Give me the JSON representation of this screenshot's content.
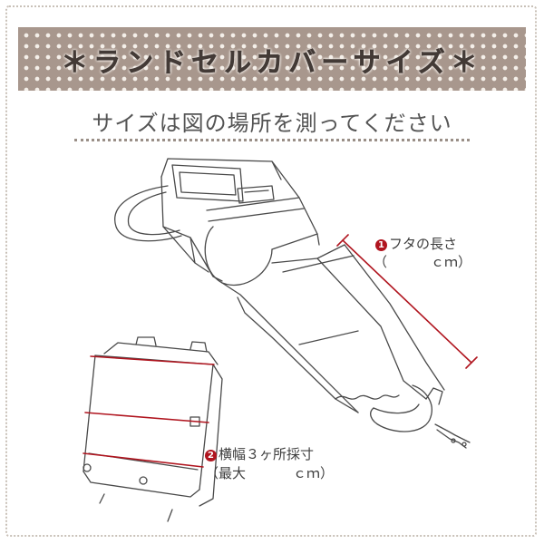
{
  "banner": {
    "title": "＊ランドセルカバーサイズ＊"
  },
  "subtitle": "サイズは図の場所を測ってください",
  "annotations": {
    "flap": {
      "number": "1",
      "label": "フタの長さ",
      "open": "（",
      "unit": "ｃｍ）"
    },
    "width": {
      "number": "2",
      "label": "横幅３ヶ所採寸",
      "open": "（最大",
      "unit": "ｃｍ）"
    }
  },
  "colors": {
    "banner": "#a8978d",
    "measure_line": "#b0151f",
    "sketch": "#4a4a4a"
  }
}
